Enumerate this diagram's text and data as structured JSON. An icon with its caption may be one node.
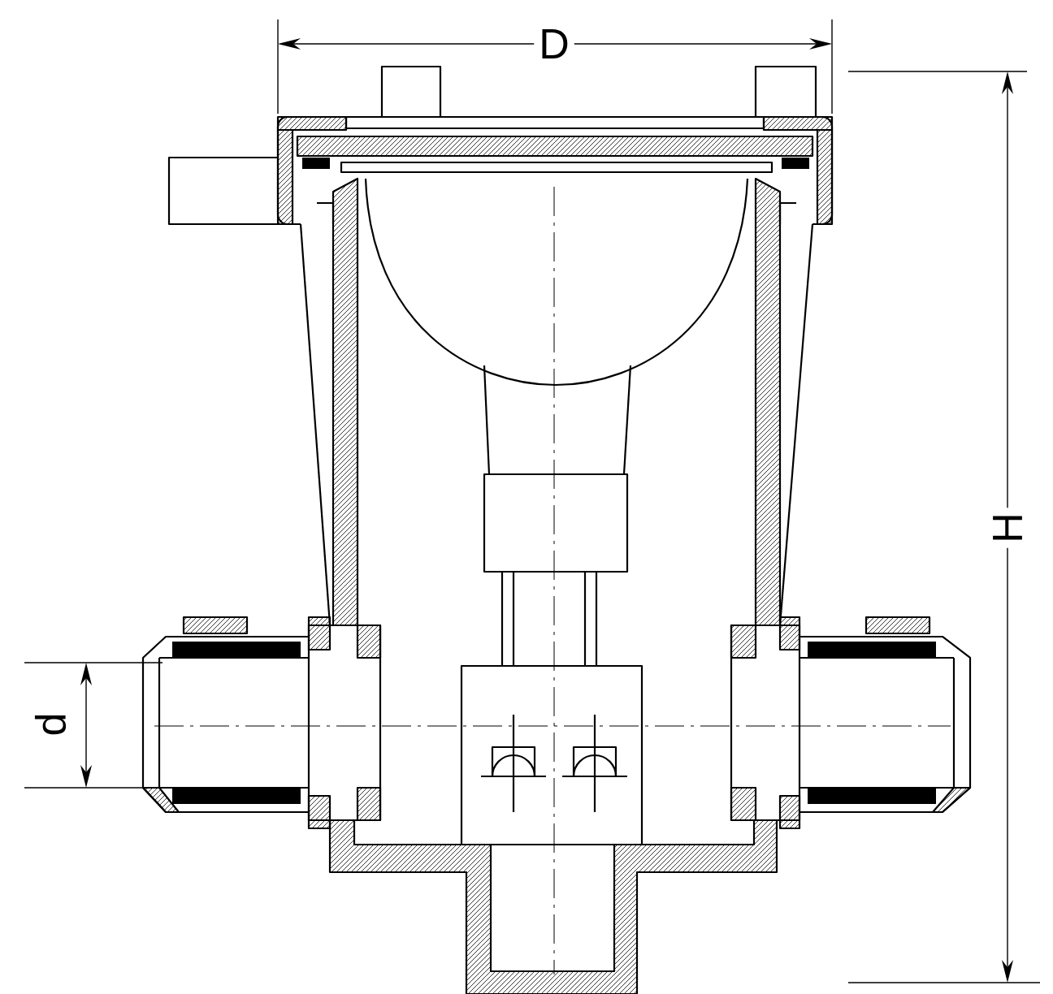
{
  "diagram": {
    "labels": [
      "D",
      "H",
      "d"
    ]
  }
}
